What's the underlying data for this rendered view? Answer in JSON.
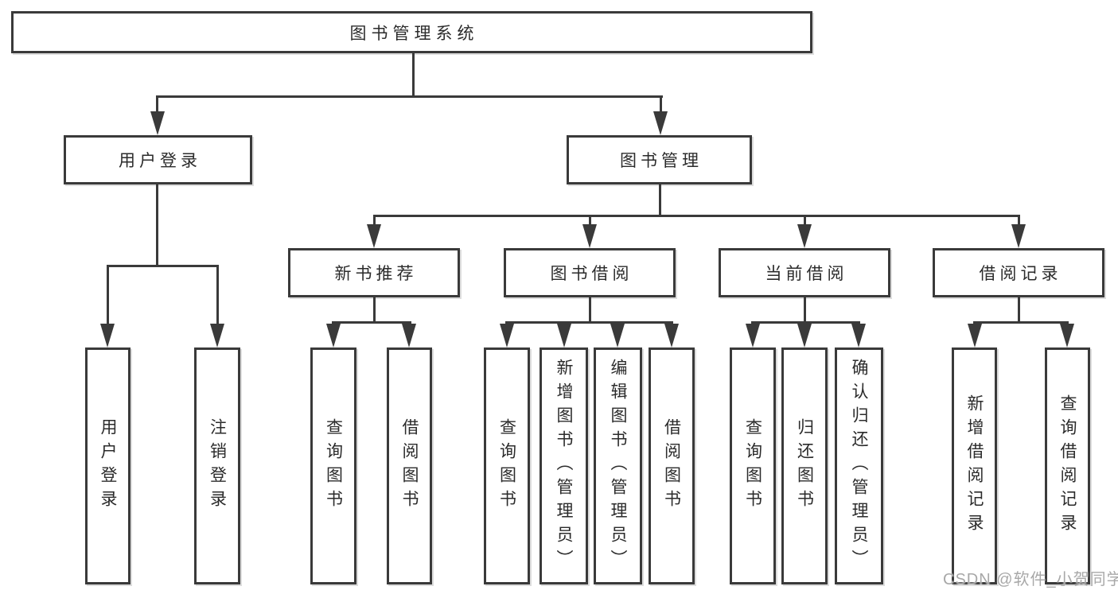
{
  "tree": {
    "label": "图书管理系统",
    "children": [
      {
        "label": "用户登录",
        "children": [
          {
            "label": "用户登录"
          },
          {
            "label": "注销登录"
          }
        ]
      },
      {
        "label": "图书管理",
        "children": [
          {
            "label": "新书推荐",
            "children": [
              {
                "label": "查询图书"
              },
              {
                "label": "借阅图书"
              }
            ]
          },
          {
            "label": "图书借阅",
            "children": [
              {
                "label": "查询图书"
              },
              {
                "label": "新增图书（管理员）"
              },
              {
                "label": "编辑图书（管理员）"
              },
              {
                "label": "借阅图书"
              }
            ]
          },
          {
            "label": "当前借阅",
            "children": [
              {
                "label": "查询图书"
              },
              {
                "label": "归还图书"
              },
              {
                "label": "确认归还（管理员）"
              }
            ]
          },
          {
            "label": "借阅记录",
            "children": [
              {
                "label": "新增借阅记录"
              },
              {
                "label": "查询借阅记录"
              }
            ]
          }
        ]
      }
    ]
  },
  "watermark": {
    "text": "CSDN @软件_小贺同学"
  },
  "colors": {
    "line": "#3a3a3a",
    "box_border": "#3a3a3a",
    "box_background": "#ffffff",
    "text": "#2b2b2b",
    "watermark": "#a8a8a8",
    "page_background": "#ffffff"
  }
}
